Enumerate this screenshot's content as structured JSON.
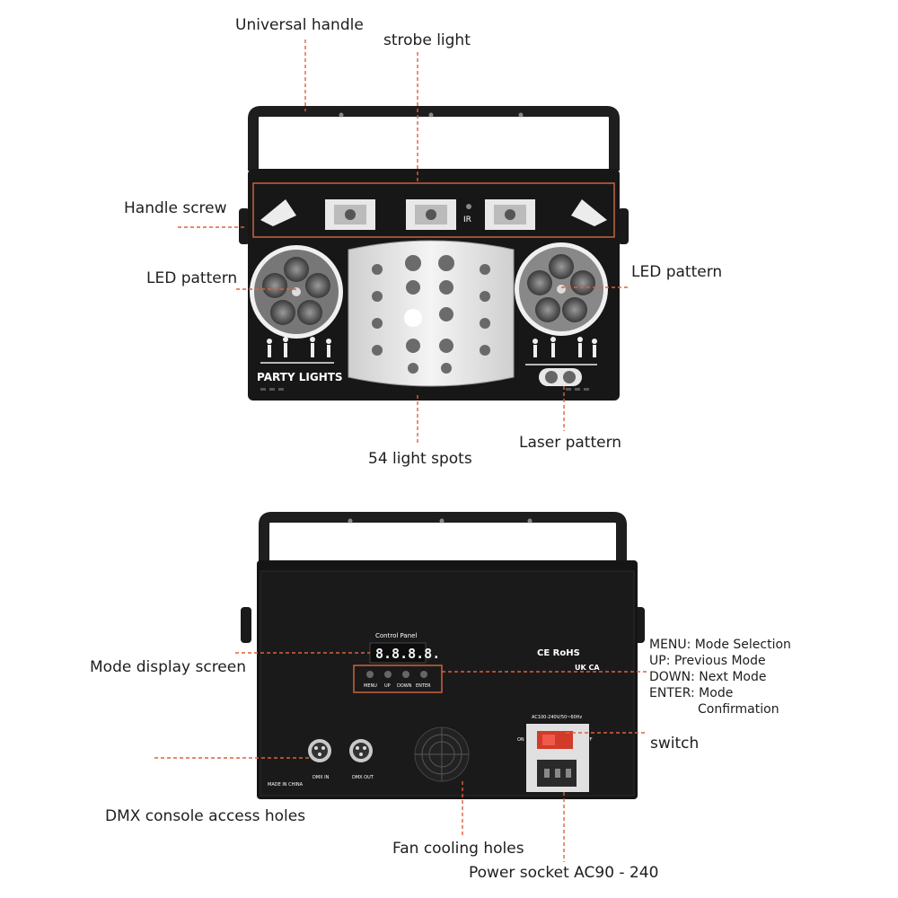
{
  "front": {
    "brand_text": "PARTY LIGHTS",
    "ir_label": "IR"
  },
  "back": {
    "panel_title": "Control Panel",
    "display_text": "8.8.8.8.",
    "buttons": [
      "MENU",
      "UP",
      "DOWN",
      "ENTER"
    ],
    "cert_marks": "CE RoHS",
    "ukca": "UK CA",
    "power_rating": "AC100-240V/50~60Hz",
    "on_label": "ON",
    "off_label": "OFF",
    "dmx_in": "DMX IN",
    "dmx_out": "DMX OUT",
    "made_in": "MADE IN CHINA"
  },
  "labels": {
    "universal_handle": "Universal handle",
    "strobe_light": "strobe light",
    "handle_screw": "Handle screw",
    "led_pattern_left": "LED pattern",
    "led_pattern_right": "LED pattern",
    "laser_pattern": "Laser pattern",
    "light_spots": "54 light spots",
    "mode_display": "Mode display screen",
    "menu_line": "MENU: Mode Selection",
    "up_line": "UP: Previous Mode",
    "down_line": "DOWN: Next Mode",
    "enter_line": "ENTER: Mode",
    "enter_line2": "Confirmation",
    "switch": "switch",
    "dmx_holes": "DMX console access holes",
    "fan_holes": "Fan cooling holes",
    "power_socket": "Power socket AC90 - 240"
  }
}
